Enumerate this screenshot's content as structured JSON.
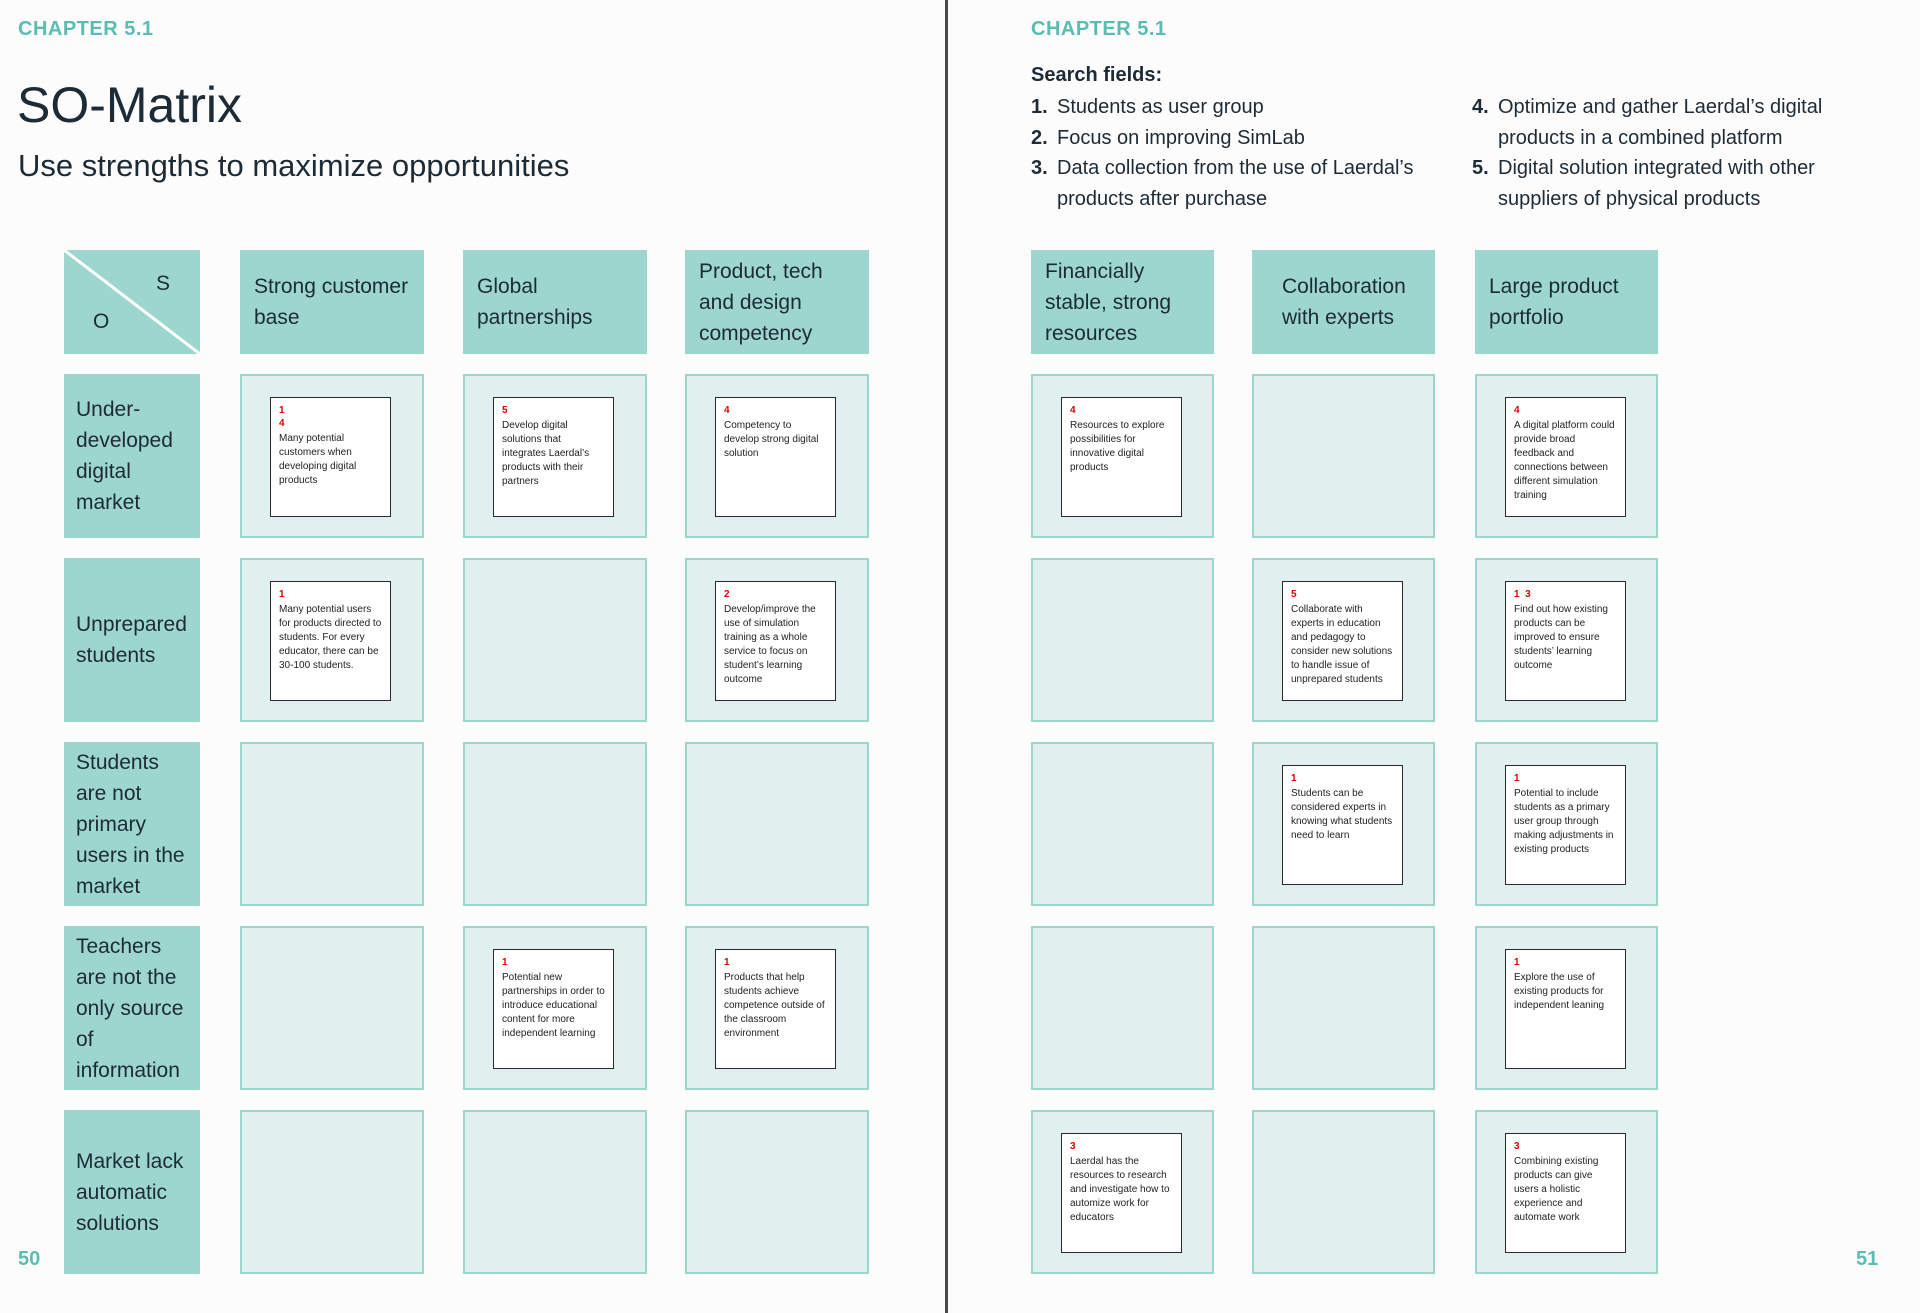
{
  "left": {
    "chapter": "CHAPTER 5.1",
    "title": "SO-Matrix",
    "subtitle": "Use strengths to maximize opportunities",
    "corner": {
      "s": "S",
      "o": "O"
    },
    "columns": [
      "Strong customer base",
      "Global partnerships",
      "Product, tech and design competency"
    ],
    "rows": [
      "Under-developed digital market",
      "Unprepared students",
      "Students are not primary users in the market",
      "Teachers are not the only source of information",
      "Market lack automatic solutions"
    ],
    "page_number": "50"
  },
  "right": {
    "chapter": "CHAPTER 5.1",
    "search_fields_title": "Search fields:",
    "search_fields": [
      {
        "num": "1.",
        "text": "Students as user group"
      },
      {
        "num": "2.",
        "text": "Focus on improving SimLab"
      },
      {
        "num": "3.",
        "text": "Data collection from the use of Laerdal’s products after purchase"
      },
      {
        "num": "4.",
        "text": "Optimize and gather Laerdal’s digital products in a combined platform"
      },
      {
        "num": "5.",
        "text": "Digital solution integrated with other suppliers of physical products"
      }
    ],
    "columns": [
      "Financially stable, strong resources",
      "Collaboration with experts",
      "Large product portfolio"
    ],
    "page_number": "51"
  },
  "notes": {
    "l_r0_c0": {
      "nums": "1\n4",
      "text": "Many potential customers when developing digital products"
    },
    "l_r0_c1": {
      "nums": "5",
      "text": "Develop digital solutions that integrates Laerdal’s products with their partners"
    },
    "l_r0_c2": {
      "nums": "4",
      "text": "Competency to develop strong digital solution"
    },
    "l_r1_c0": {
      "nums": "1",
      "text": "Many potential users for products directed to students. For every educator, there can be 30-100 students."
    },
    "l_r1_c2": {
      "nums": "2",
      "text": "Develop/improve the use of simulation training as a whole service to focus on student’s learning outcome"
    },
    "l_r3_c1": {
      "nums": "1",
      "text": "Potential new partnerships in order to introduce educational content for more independent learning"
    },
    "l_r3_c2": {
      "nums": "1",
      "text": "Products that help students achieve competence outside of the classroom environment"
    },
    "r_r0_c0": {
      "nums": "4",
      "text": "Resources to explore possibilities for innovative digital products"
    },
    "r_r0_c2": {
      "nums": "4",
      "text": "A digital platform could provide broad feedback and connections between different simulation training"
    },
    "r_r1_c1": {
      "nums": "5",
      "text": "Collaborate with experts in education and pedagogy to consider new solutions to handle issue of unprepared students"
    },
    "r_r1_c2": {
      "nums": "1  3",
      "text": "Find out how existing products can be improved to ensure students’ learning outcome"
    },
    "r_r2_c1": {
      "nums": "1",
      "text": "Students can be considered experts in knowing what students need to learn"
    },
    "r_r2_c2": {
      "nums": "1",
      "text": "Potential to include students as a primary user group through making adjustments in existing products"
    },
    "r_r3_c2": {
      "nums": "1",
      "text": "Explore the use of existing products for independent leaning"
    },
    "r_r4_c0": {
      "nums": "3",
      "text": "Laerdal has the resources to research and investigate how to automize work for educators"
    },
    "r_r4_c2": {
      "nums": "3",
      "text": "Combining existing products can give users a holistic experience and automate work"
    }
  }
}
